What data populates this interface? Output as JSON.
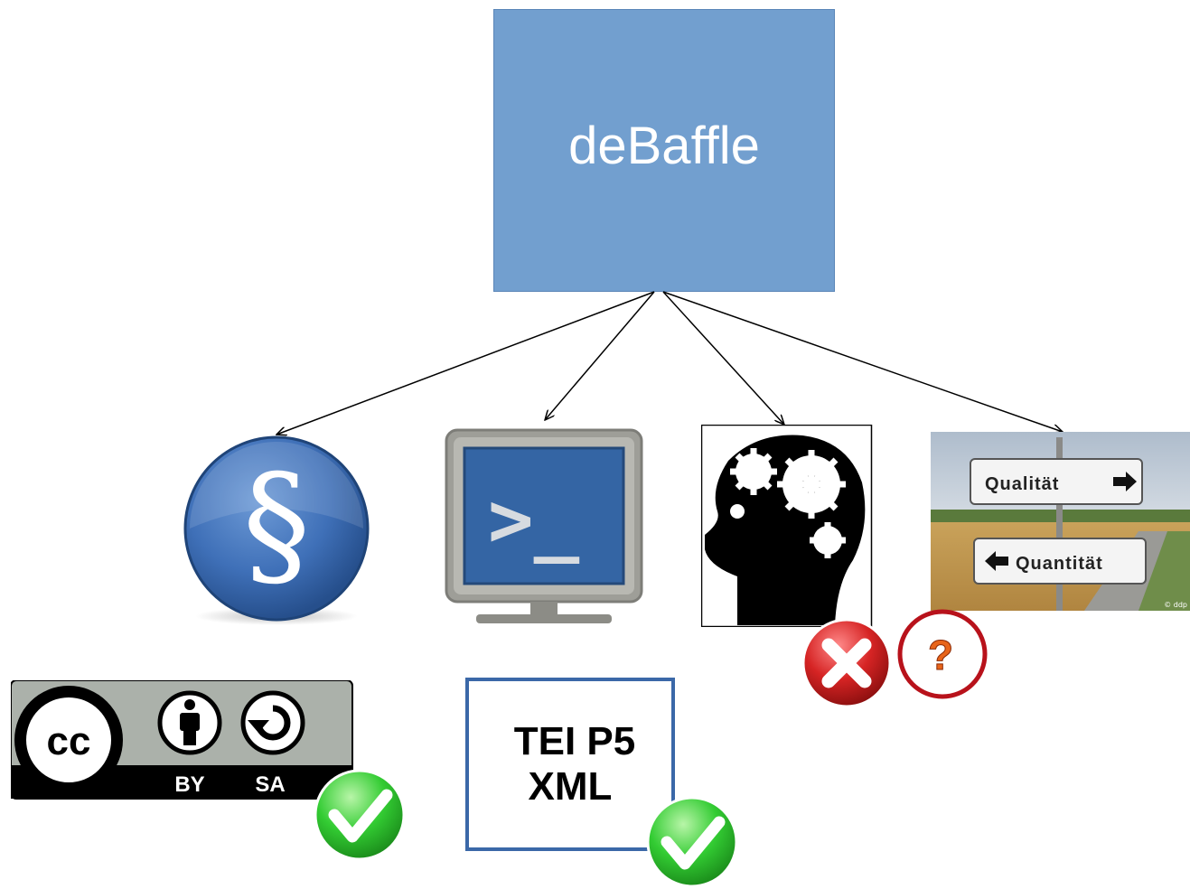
{
  "diagram": {
    "root": {
      "label": "deBaffle"
    },
    "children": [
      {
        "id": "legal",
        "icon": "section-sign-icon",
        "glyph": "§"
      },
      {
        "id": "software",
        "icon": "terminal-monitor-icon",
        "glyph": ">_"
      },
      {
        "id": "knowledge",
        "icon": "head-gears-icon"
      },
      {
        "id": "quality",
        "icon": "signpost-photo",
        "sign_top": "Qualität",
        "sign_bottom": "Quantität",
        "credit": "© ddp"
      }
    ]
  },
  "license_badge": {
    "icon": "creative-commons-by-sa-icon",
    "cc": "cc",
    "by": "BY",
    "sa": "SA"
  },
  "format_box": {
    "line1": "TEI P5",
    "line2": "XML"
  },
  "status_marks": [
    {
      "for": "license",
      "icon": "check-icon"
    },
    {
      "for": "format",
      "icon": "check-icon"
    },
    {
      "for": "knowledge",
      "icon": "cross-icon"
    },
    {
      "for": "quality",
      "icon": "question-icon",
      "glyph": "?"
    }
  ],
  "colors": {
    "root_fill": "#729fcf",
    "section_blue": "#3a6aaf",
    "check_green": "#33cc33",
    "cross_red": "#cc1f1f",
    "question_orange": "#e8651a",
    "tei_border": "#3b68a8"
  }
}
